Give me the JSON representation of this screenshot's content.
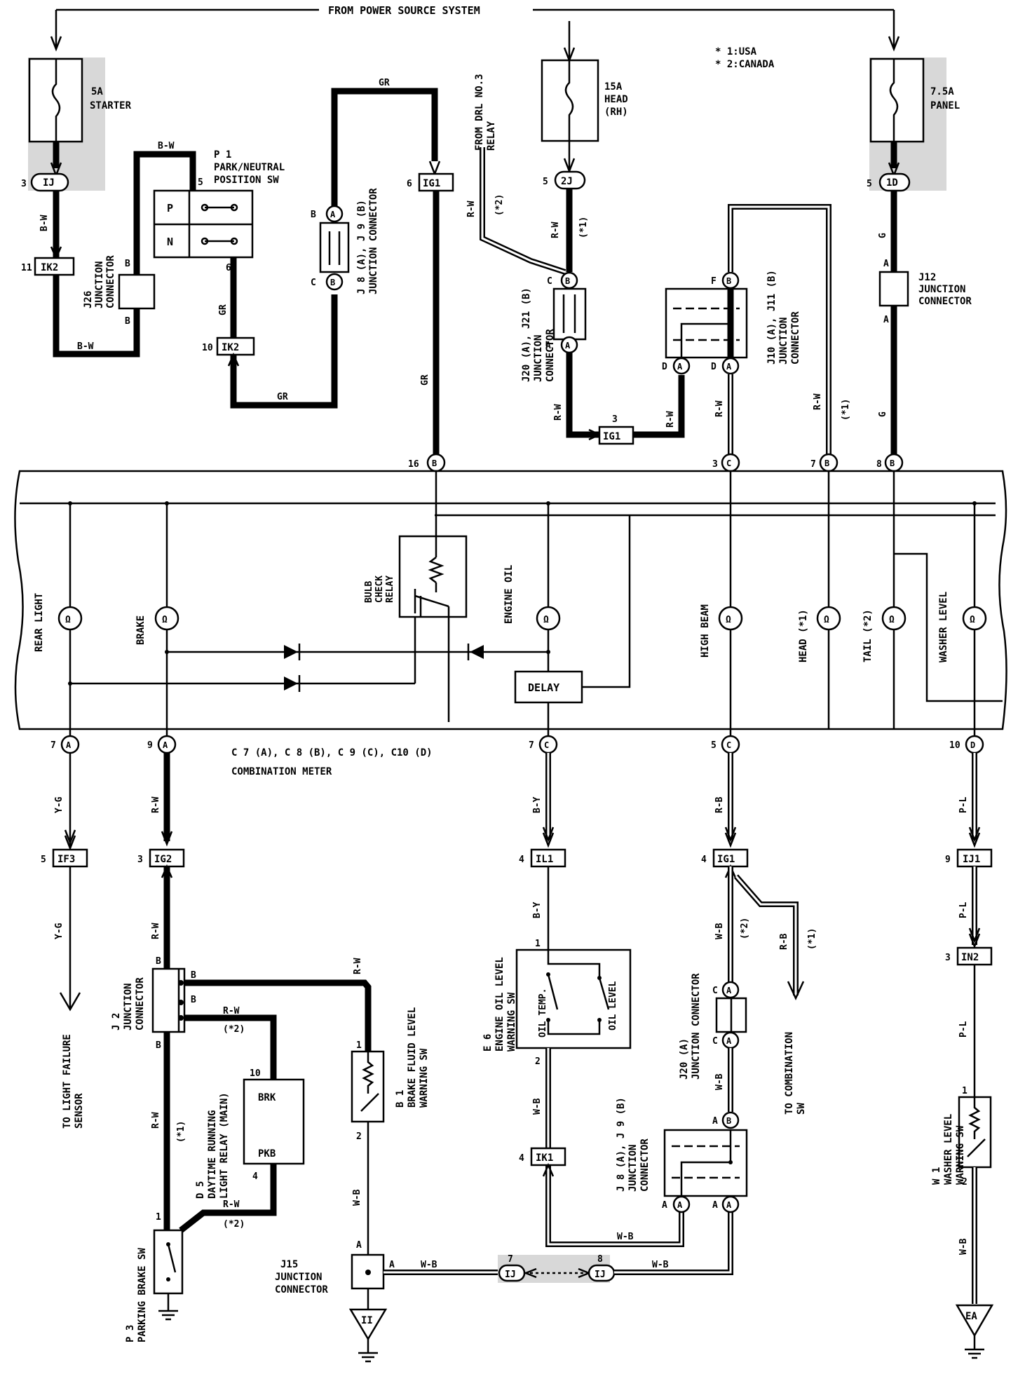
{
  "header": {
    "title": "FROM POWER SOURCE SYSTEM"
  },
  "notes": [
    "* 1:USA",
    "* 2:CANADA"
  ],
  "fuses": [
    {
      "amp": "5A",
      "name": "STARTER"
    },
    {
      "amp": "15A",
      "name": "HEAD",
      "sub": "(RH)"
    },
    {
      "amp": "7.5A",
      "name": "PANEL"
    }
  ],
  "drl_source": [
    "FROM DRL NO.3",
    "RELAY"
  ],
  "components": {
    "p1": [
      "P 1",
      "PARK/NEUTRAL",
      "POSITION SW"
    ],
    "p1_positions": [
      "P",
      "N"
    ],
    "j26": [
      "J26",
      "JUNCTION",
      "CONNECTOR"
    ],
    "j8j9_top": [
      "J 8 (A), J 9 (B)",
      "JUNCTION CONNECTOR"
    ],
    "j20j21": [
      "J20 (A), J21 (B)",
      "JUNCTION",
      "CONNECTOR"
    ],
    "j10j11": [
      "J10 (A), J11 (B)",
      "JUNCTION",
      "CONNECTOR"
    ],
    "j12": [
      "J12",
      "JUNCTION",
      "CONNECTOR"
    ],
    "meter_label": [
      "C 7 (A), C 8 (B), C 9 (C), C10 (D)",
      "COMBINATION METER"
    ],
    "bulb_check": [
      "BULB",
      "CHECK",
      "RELAY"
    ],
    "delay": "DELAY",
    "lamps": [
      "REAR LIGHT",
      "BRAKE",
      "ENGINE OIL",
      "HIGH BEAM",
      "HEAD (*1)",
      "TAIL (*2)",
      "WASHER LEVEL"
    ],
    "light_failure": [
      "TO LIGHT FAILURE",
      "SENSOR"
    ],
    "j2": [
      "J 2",
      "JUNCTION",
      "CONNECTOR"
    ],
    "d5": [
      "D 5",
      "DAYTIME RUNNING",
      "LIGHT RELAY (MAIN)"
    ],
    "d5_pins": [
      "BRK",
      "PKB"
    ],
    "p3": [
      "P 3",
      "PARKING BRAKE SW"
    ],
    "b1": [
      "B 1",
      "BRAKE FLUID LEVEL",
      "WARNING SW"
    ],
    "j15": [
      "J15",
      "JUNCTION",
      "CONNECTOR"
    ],
    "e6": [
      "E 6",
      "ENGINE OIL LEVEL",
      "WARNING SW"
    ],
    "e6_parts": [
      "OIL TEMP.",
      "OIL LEVEL"
    ],
    "j20_bottom": [
      "J20 (A)",
      "JUNCTION CONNECTOR"
    ],
    "j8j9_bottom": [
      "J 8 (A), J 9 (B)",
      "JUNCTION",
      "CONNECTOR"
    ],
    "combo_sw": [
      "TO COMBINATION",
      "SW"
    ],
    "w1": [
      "W 1",
      "WASHER LEVEL",
      "WARNING SW"
    ],
    "grounds": [
      "II",
      "EA"
    ]
  },
  "wire_colors": [
    "B-W",
    "GR",
    "R-W",
    "G",
    "Y-G",
    "B-Y",
    "R-B",
    "P-L",
    "W-B"
  ],
  "connectors": [
    "IJ",
    "IK2",
    "IG1",
    "2J",
    "1D",
    "IF3",
    "IG2",
    "IL1",
    "IJ1",
    "IN2",
    "IK1"
  ],
  "marks": [
    "(*1)",
    "(*2)"
  ]
}
